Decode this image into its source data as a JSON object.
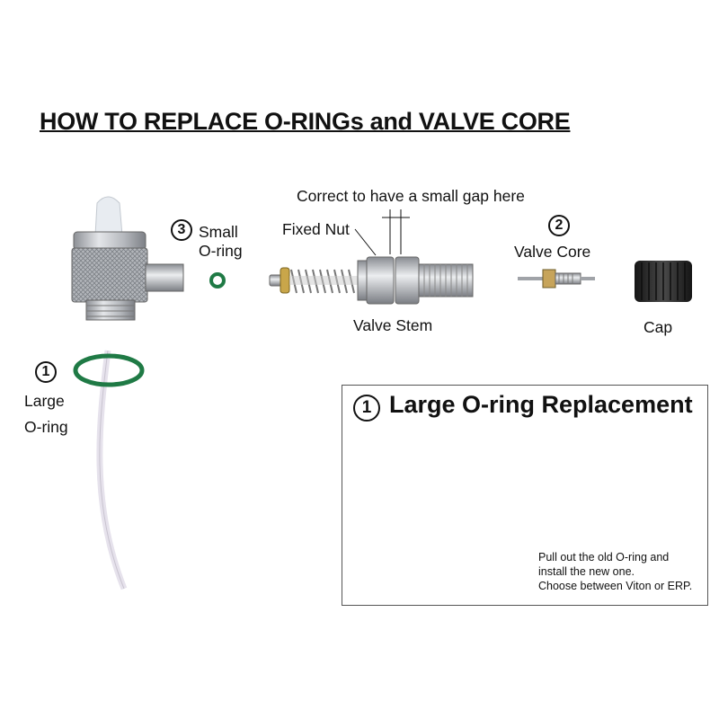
{
  "title": "HOW TO REPLACE O-RINGs and VALVE CORE",
  "labels": {
    "small_oring_num": "3",
    "small_oring_line1": "Small",
    "small_oring_line2": "O-ring",
    "fixed_nut": "Fixed Nut",
    "gap_note": "Correct to have a small gap here",
    "valve_stem": "Valve Stem",
    "valve_core_num": "2",
    "valve_core": "Valve Core",
    "cap": "Cap",
    "large_oring_num": "1",
    "large_oring_line1": "Large",
    "large_oring_line2": "O-ring"
  },
  "inset": {
    "num": "1",
    "title": "Large O-ring Replacement",
    "note_line1": "Pull out the old O-ring and",
    "note_line2": "install the new one.",
    "note_line3": "Choose between Viton or ERP."
  },
  "colors": {
    "oring_green": "#1f7a45",
    "metal": "#b9bcc0",
    "cap": "#2b2b2b",
    "tube": "#e9e6ee"
  }
}
